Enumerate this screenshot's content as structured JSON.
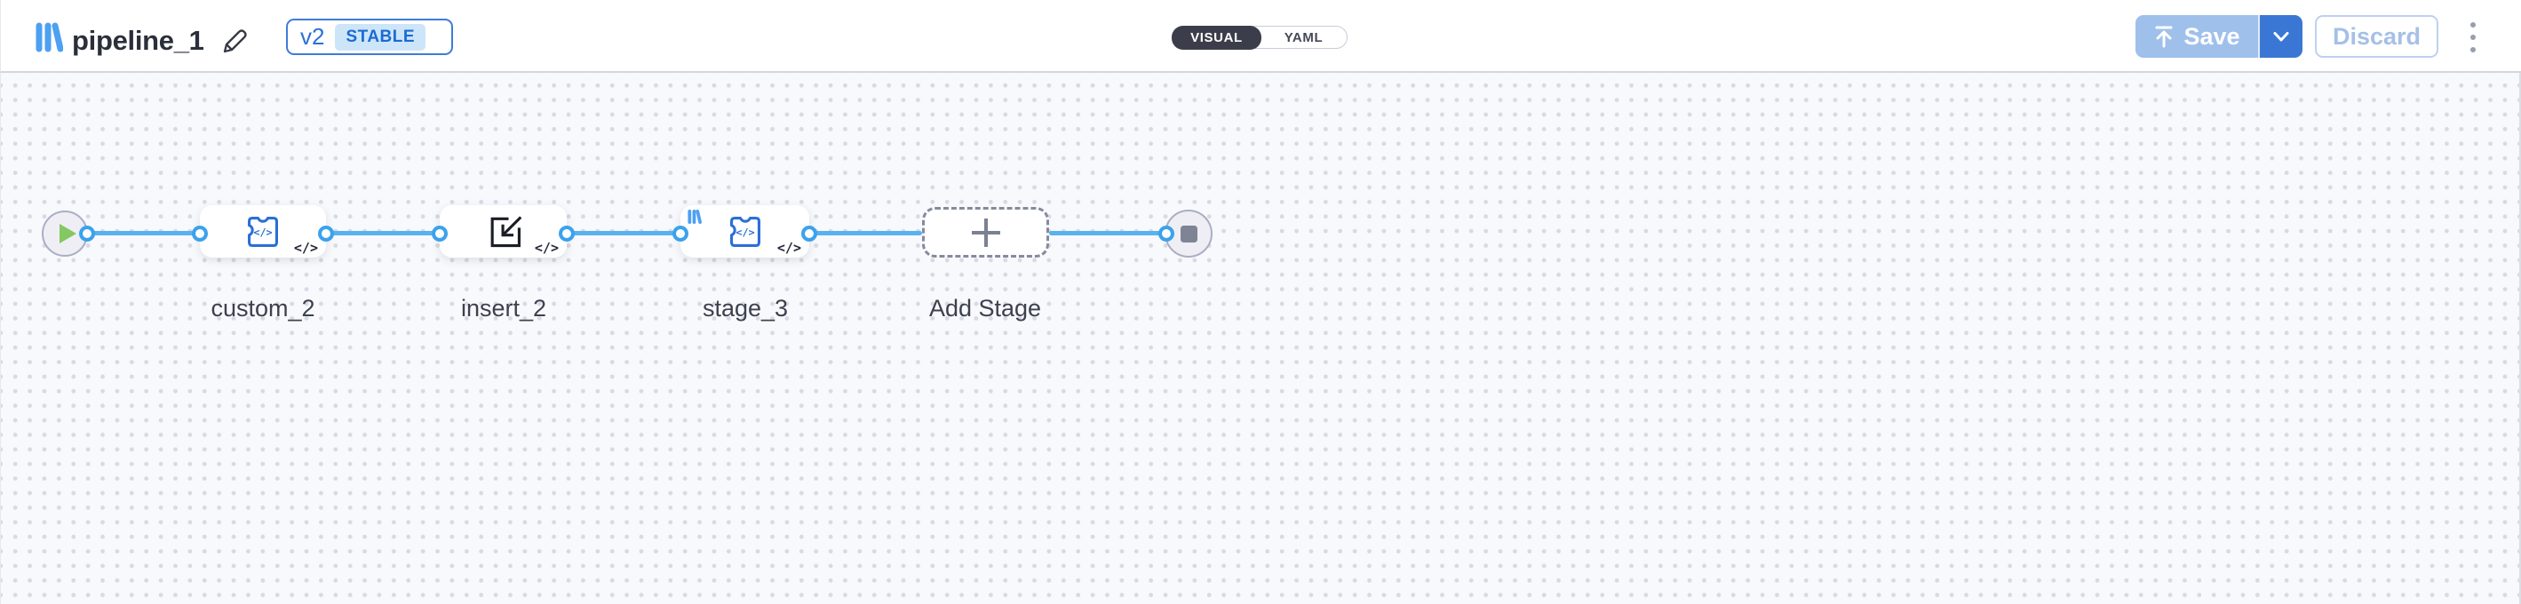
{
  "header": {
    "title": "pipeline_1",
    "version": {
      "label": "v2",
      "badge": "STABLE"
    },
    "mode_toggle": {
      "visual": "VISUAL",
      "yaml": "YAML",
      "selected": "VISUAL"
    },
    "save_label": "Save",
    "discard_label": "Discard"
  },
  "canvas": {
    "code_badge": "</>",
    "nodes": [
      {
        "id": "source",
        "type": "start-node",
        "icon": "play-icon"
      },
      {
        "id": "custom_2",
        "label": "custom_2",
        "icon": "function-puzzle-icon",
        "badge": "</>"
      },
      {
        "id": "insert_2",
        "label": "insert_2",
        "icon": "insert-box-arrow-icon",
        "badge": "</>"
      },
      {
        "id": "stage_3",
        "label": "stage_3",
        "icon": "function-puzzle-icon",
        "badge": "</>",
        "corner_icon": "brand-logo-icon"
      },
      {
        "id": "add_stage",
        "label": "Add Stage",
        "type": "add-stage",
        "icon": "plus-icon"
      },
      {
        "id": "sink",
        "type": "end-node",
        "icon": "stop-icon"
      }
    ]
  },
  "icons": {
    "brand-logo-icon": "||\\",
    "edit-icon": "✎",
    "chevron-down-icon": "⌄",
    "upload-icon": "↥",
    "kebab-menu-icon": "⋮",
    "play-icon": "▶",
    "stop-icon": "■",
    "plus-icon": "+",
    "function-puzzle-icon": "</>",
    "insert-box-arrow-icon": "⤹"
  },
  "colors": {
    "accent_blue": "#3a77d4",
    "save_disabled_blue": "#9fc0eb",
    "edge_blue": "#58b2ee",
    "port_blue": "#3ba2ec",
    "node_icon_blue": "#2a6fd6",
    "brand_blue": "#4da0f2",
    "version_badge_bg": "#cde5f9",
    "version_badge_text": "#1a6bd3",
    "toggle_dark": "#3b3e4a",
    "play_green": "#84c862",
    "stop_gray": "#7e8494",
    "canvas_bg": "#f8f9fc",
    "dot_grid": "#d7dae3"
  }
}
